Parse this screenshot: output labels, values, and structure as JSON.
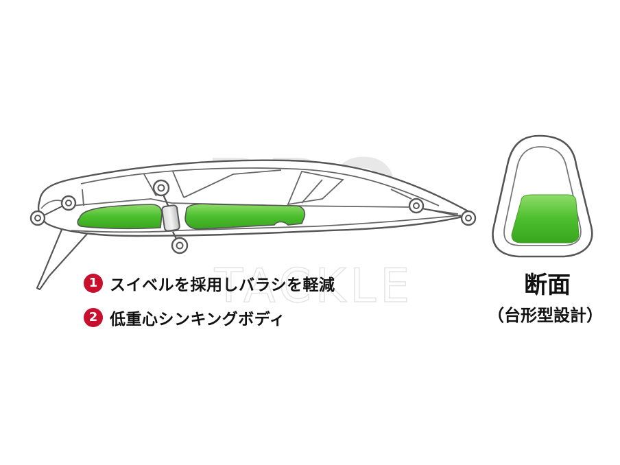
{
  "watermark": {
    "line1": "PRO",
    "line2": "TACKLE"
  },
  "features": [
    {
      "number": "1",
      "text": "スイベルを採用しバラシを軽減"
    },
    {
      "number": "2",
      "text": "低重心シンキングボディ"
    }
  ],
  "cross_section": {
    "title": "断面",
    "subtitle": "（台形型設計）"
  },
  "colors": {
    "badge": "#c8102e",
    "weight_green": "#5cc43a",
    "outline": "#555555",
    "watermark": "#e6e6e6"
  }
}
